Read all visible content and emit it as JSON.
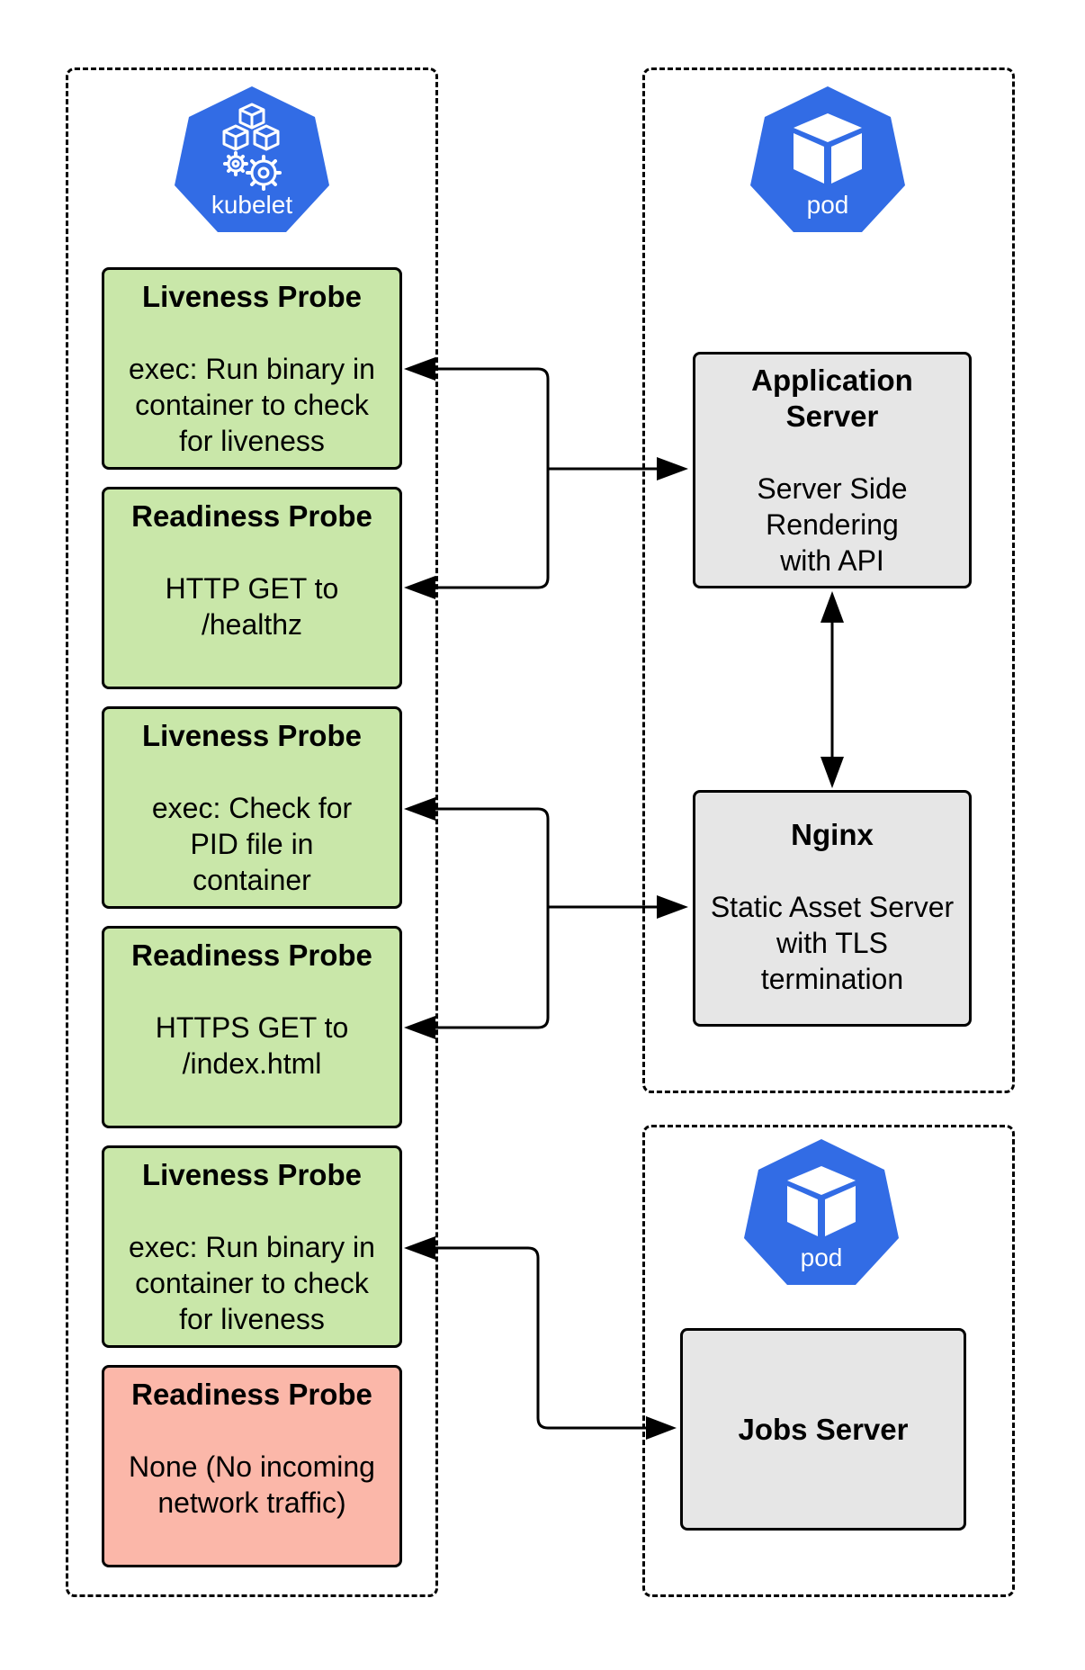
{
  "kubelet": {
    "label": "kubelet",
    "color": "#326ce5",
    "probes": [
      {
        "title": "Liveness Probe",
        "description": "exec:  Run binary in\ncontainer to check\nfor liveness",
        "status": "green"
      },
      {
        "title": "Readiness Probe",
        "description": "HTTP GET to\n/healthz",
        "status": "green"
      },
      {
        "title": "Liveness Probe",
        "description": "exec:  Check for\nPID file in\ncontainer",
        "status": "green"
      },
      {
        "title": "Readiness Probe",
        "description": "HTTPS GET to\n/index.html",
        "status": "green"
      },
      {
        "title": "Liveness Probe",
        "description": "exec:  Run binary in\ncontainer to check\nfor liveness",
        "status": "green"
      },
      {
        "title": "Readiness Probe",
        "description": "None (No incoming\nnetwork traffic)",
        "status": "red"
      }
    ]
  },
  "pods": [
    {
      "label": "pod",
      "containers": [
        {
          "title": "Application\nServer",
          "description": "Server Side\nRendering\nwith API"
        },
        {
          "title": "Nginx",
          "description": "Static Asset Server\nwith TLS\ntermination"
        }
      ]
    },
    {
      "label": "pod",
      "containers": [
        {
          "title": "Jobs Server",
          "description": ""
        }
      ]
    }
  ],
  "colors": {
    "probe_ok": "#c9e7a9",
    "probe_none": "#fbb7a9",
    "server": "#e6e6e6",
    "k8s_blue": "#326ce5"
  }
}
